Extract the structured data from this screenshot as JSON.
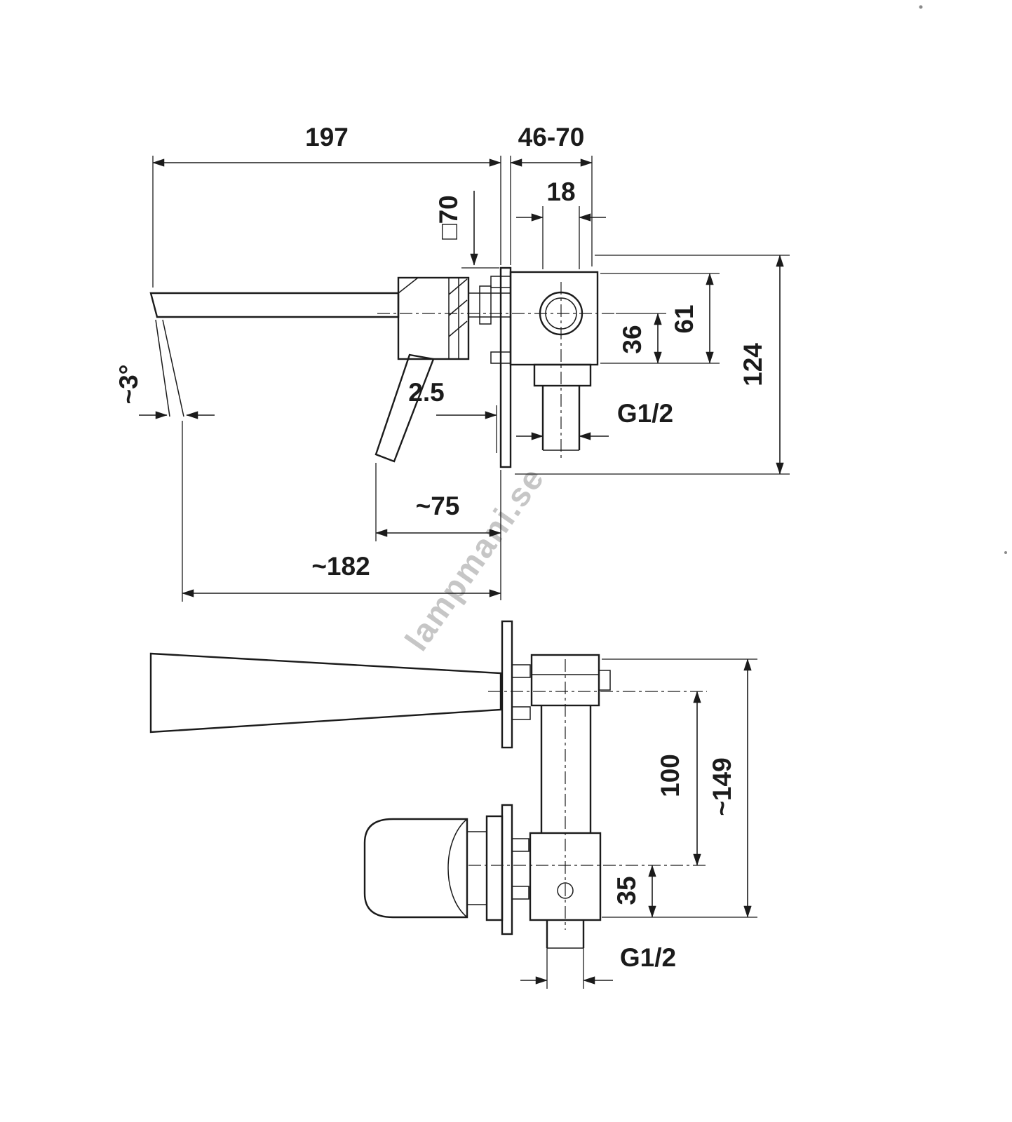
{
  "colors": {
    "line": "#1b1b1b",
    "watermark": "#bdbdbd",
    "background": "#ffffff"
  },
  "watermark": {
    "text": "lampmani.se"
  },
  "top_view": {
    "dim_spout_length": "197",
    "dim_wall_depth_range": "46-70",
    "dim_inlet_width": "18",
    "dim_plate_square": "□70",
    "dim_body_height": "61",
    "dim_outlet_offset": "36",
    "dim_total_height": "124",
    "dim_gap": "2.5",
    "dim_thread": "G1/2",
    "dim_handle_reach": "~75",
    "dim_spout_reach": "~182",
    "dim_spout_angle": "~3°"
  },
  "bottom_view": {
    "dim_axis_distance": "100",
    "dim_total_height": "~149",
    "dim_outlet_offset": "35",
    "dim_thread": "G1/2"
  }
}
